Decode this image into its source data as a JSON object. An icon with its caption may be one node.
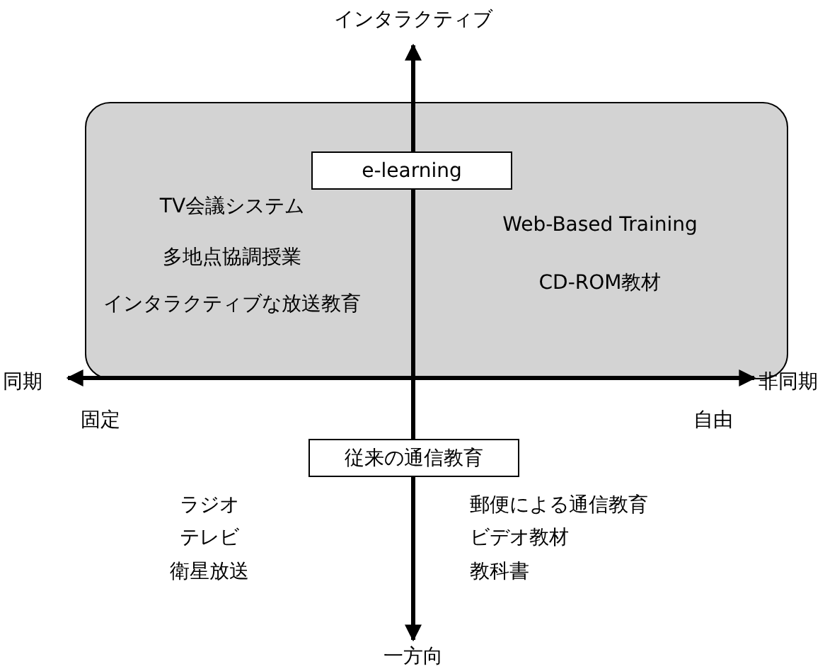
{
  "diagram": {
    "nodes": [
      {
        "text": [
          "TV会議システム",
          "多地点協調授業",
          "インタラクティブな放送教育",
          "Web-Based Training",
          "CD-ROM教材"
        ]
      },
      {
        "text": [
          "e-learning"
        ],
        "in": 0
      },
      {
        "text": [
          "従来の通信教育"
        ]
      }
    ],
    "edges": [],
    "labels": [
      "インタラクティブ",
      "同期",
      "非同期",
      "固定",
      "自由",
      "ラジオ",
      "郵便による通信教育",
      "テレビ",
      "ビデオ教材",
      "衛星放送",
      "教科書",
      "一方向"
    ]
  }
}
